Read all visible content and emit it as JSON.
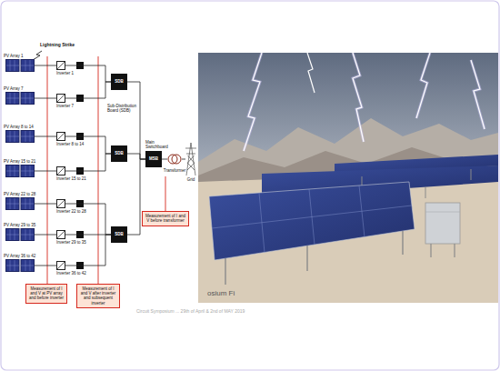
{
  "diagram": {
    "nodes": [
      {
        "text": [
          "PV Array 1"
        ]
      },
      {
        "text": [
          "PV Array 7"
        ]
      },
      {
        "text": [
          "PV Array 8 to 14"
        ]
      },
      {
        "text": [
          "PV Array 15 to 21"
        ]
      },
      {
        "text": [
          "PV Array 22 to 28"
        ]
      },
      {
        "text": [
          "PV Array 29 to 35"
        ]
      },
      {
        "text": [
          "PV Array 36 to 42"
        ]
      },
      {
        "text": [
          "Inverter 1"
        ]
      },
      {
        "text": [
          "Inverter 7"
        ]
      },
      {
        "text": [
          "Inverter 8 to 14"
        ]
      },
      {
        "text": [
          "Inverter 15 to 21"
        ]
      },
      {
        "text": [
          "Inverter 22 to 28"
        ]
      },
      {
        "text": [
          "Inverter 29 to 35"
        ]
      },
      {
        "text": [
          "Inverter 36 to 42"
        ]
      },
      {
        "text": [
          "SDB"
        ]
      },
      {
        "text": [
          "SDB"
        ]
      },
      {
        "text": [
          "SDB"
        ]
      },
      {
        "text": [
          "MSB",
          "Main Switchboard"
        ]
      },
      {
        "text": [
          "Transformer"
        ]
      },
      {
        "text": [
          "Grid"
        ]
      },
      {
        "text": [
          "Measurement of I and V at PV array and before inverter"
        ]
      },
      {
        "text": [
          "Measurement of I and V after inverter and subsequent inverter"
        ]
      },
      {
        "text": [
          "Measurement of I and V before transformer"
        ]
      }
    ],
    "edges": [
      {
        "from": 0,
        "to": 7,
        "arrow": "none"
      },
      {
        "from": 1,
        "to": 8,
        "arrow": "none"
      },
      {
        "from": 2,
        "to": 9,
        "arrow": "none"
      },
      {
        "from": 3,
        "to": 10,
        "arrow": "none"
      },
      {
        "from": 4,
        "to": 11,
        "arrow": "none"
      },
      {
        "from": 5,
        "to": 12,
        "arrow": "none"
      },
      {
        "from": 6,
        "to": 13,
        "arrow": "none"
      },
      {
        "from": 7,
        "to": 14,
        "arrow": "none"
      },
      {
        "from": 8,
        "to": 14,
        "arrow": "none"
      },
      {
        "from": 9,
        "to": 15,
        "arrow": "none"
      },
      {
        "from": 10,
        "to": 15,
        "arrow": "none"
      },
      {
        "from": 11,
        "to": 16,
        "arrow": "none"
      },
      {
        "from": 12,
        "to": 16,
        "arrow": "none"
      },
      {
        "from": 13,
        "to": 16,
        "arrow": "none"
      },
      {
        "from": 14,
        "to": 17,
        "arrow": "none"
      },
      {
        "from": 15,
        "to": 17,
        "arrow": "none"
      },
      {
        "from": 16,
        "to": 17,
        "arrow": "none"
      },
      {
        "from": 17,
        "to": 18,
        "arrow": "none"
      },
      {
        "from": 18,
        "to": 19,
        "arrow": "none"
      }
    ],
    "labels": [
      "Lightning Strike",
      "Sub-Distribution Board (SDB)",
      "osium Fi",
      "Circuit Symposium ... 29th of April & 2nd of MAY 2019"
    ]
  }
}
